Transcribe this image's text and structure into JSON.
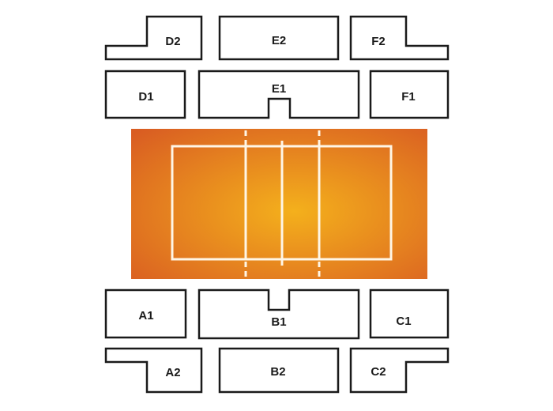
{
  "court": {
    "colors": {
      "center": "#f4b01c",
      "edge": "#d95d22",
      "lines": "#fff6e6"
    }
  },
  "sections": {
    "D2": "D2",
    "E2": "E2",
    "F2": "F2",
    "D1": "D1",
    "E1": "E1",
    "F1": "F1",
    "A1": "A1",
    "B1": "B1",
    "C1": "C1",
    "A2": "A2",
    "B2": "B2",
    "C2": "C2"
  }
}
